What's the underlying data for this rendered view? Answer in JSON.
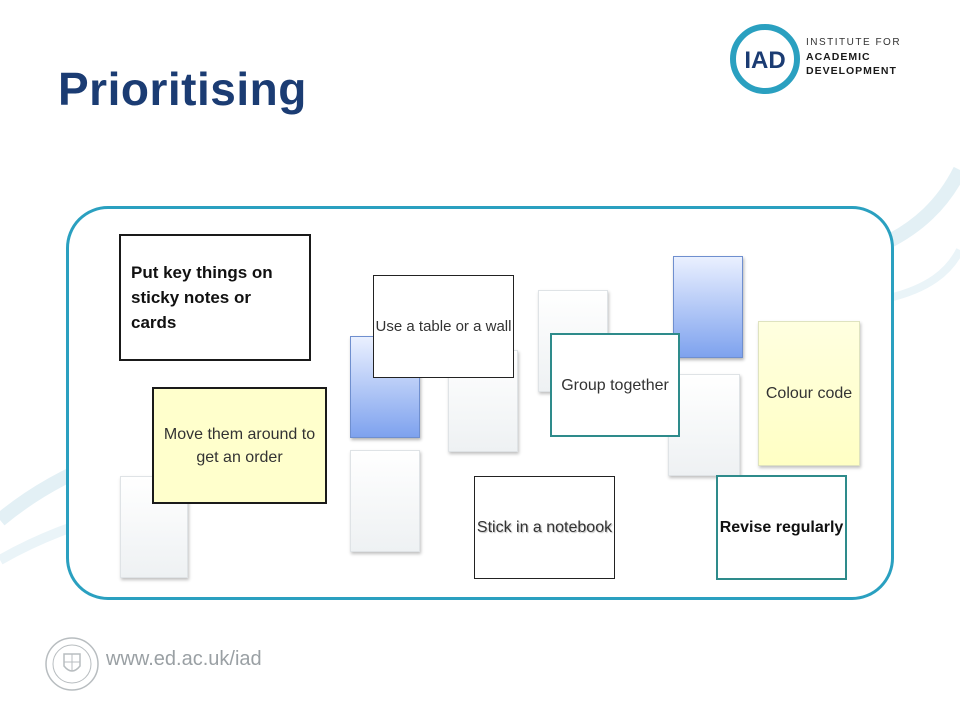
{
  "slide": {
    "title": "Prioritising",
    "footer_url": "www.ed.ac.uk/iad"
  },
  "logo": {
    "mark": "IAD",
    "line1": "INSTITUTE FOR",
    "line2": "ACADEMIC",
    "line3": "DEVELOPMENT"
  },
  "notes": {
    "key_things": "Put key things on sticky  notes or cards",
    "table_wall": "Use a table or a wall",
    "move_around": "Move them around to get an order",
    "group": "Group together",
    "colour": "Colour code",
    "notebook": "Stick in a notebook",
    "revise": "Revise regularly"
  },
  "colors": {
    "title": "#1b3c73",
    "panel_border": "#2aa0c0",
    "yellow_note": "#ffffcc",
    "teal_border": "#2e8b8b"
  }
}
